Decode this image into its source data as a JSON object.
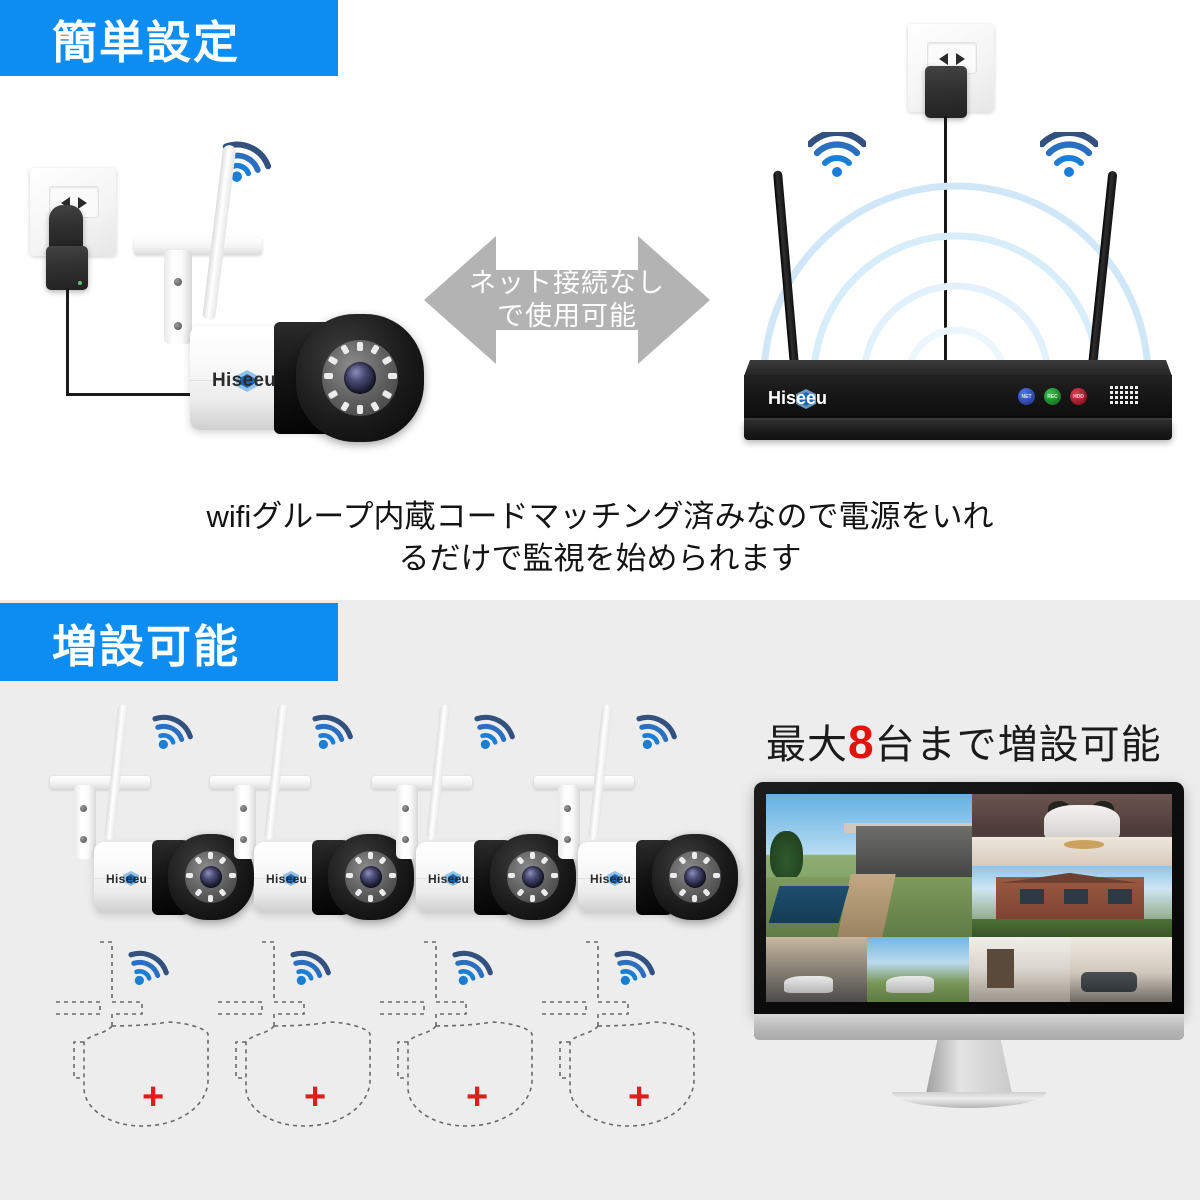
{
  "page": {
    "background_top": "#ffffff",
    "background_bottom": "#ededed",
    "accent_blue": "#0d8cf2",
    "accent_red": "#e3120b"
  },
  "sections": {
    "top": {
      "banner": {
        "label": "簡単設定"
      },
      "arrow": {
        "line1": "ネット接続なし",
        "line2": "で使用可能",
        "icon": "double-headed-arrow-icon",
        "color": "#b3b3b3"
      },
      "caption": {
        "line1": "wifiグループ内蔵コードマッチング済みなので電源をいれ",
        "line2": "るだけで監視を始められます"
      },
      "camera": {
        "brand": "Hiseeu",
        "logo_icon": "hiseeu-hex-logo-icon",
        "wifi_icon": "wifi-signal-icon"
      },
      "outlet_left": {
        "icon": "wall-outlet-icon",
        "adapter_icon": "power-adapter-icon"
      },
      "outlet_right": {
        "icon": "wall-outlet-icon",
        "adapter_icon": "power-adapter-icon"
      },
      "nvr": {
        "brand": "Hiseeu",
        "logo_icon": "hiseeu-hex-logo-icon",
        "leds": [
          {
            "name": "net-led",
            "label": "NET",
            "color": "#2f57d8"
          },
          {
            "name": "rec-led",
            "label": "REC",
            "color": "#1f9b2e"
          },
          {
            "name": "hdd-led",
            "label": "HDD",
            "color": "#c4122b"
          }
        ],
        "vent_icon": "vent-grid-icon",
        "antenna_icon": "antenna-icon",
        "wave_icon": "wifi-wave-icon"
      }
    },
    "bottom": {
      "banner": {
        "label": "増設可能"
      },
      "headline": {
        "prefix": "最大",
        "number": "8",
        "suffix": "台まで増設可能"
      },
      "cameras": [
        {
          "brand": "Hiseeu",
          "wifi_icon": "wifi-signal-icon"
        },
        {
          "brand": "Hiseeu",
          "wifi_icon": "wifi-signal-icon"
        },
        {
          "brand": "Hiseeu",
          "wifi_icon": "wifi-signal-icon"
        },
        {
          "brand": "Hiseeu",
          "wifi_icon": "wifi-signal-icon"
        }
      ],
      "ghost_cameras": [
        {
          "plus": "+",
          "wifi_icon": "wifi-signal-icon"
        },
        {
          "plus": "+",
          "wifi_icon": "wifi-signal-icon"
        },
        {
          "plus": "+",
          "wifi_icon": "wifi-signal-icon"
        },
        {
          "plus": "+",
          "wifi_icon": "wifi-signal-icon"
        }
      ],
      "monitor": {
        "icon": "monitor-icon",
        "tiles": [
          "pool-house-view",
          "dog-view",
          "brick-house-view",
          "blue-house-view",
          "carport-view",
          "driveway-view",
          "fireplace-room-view",
          "living-room-view"
        ]
      }
    }
  }
}
